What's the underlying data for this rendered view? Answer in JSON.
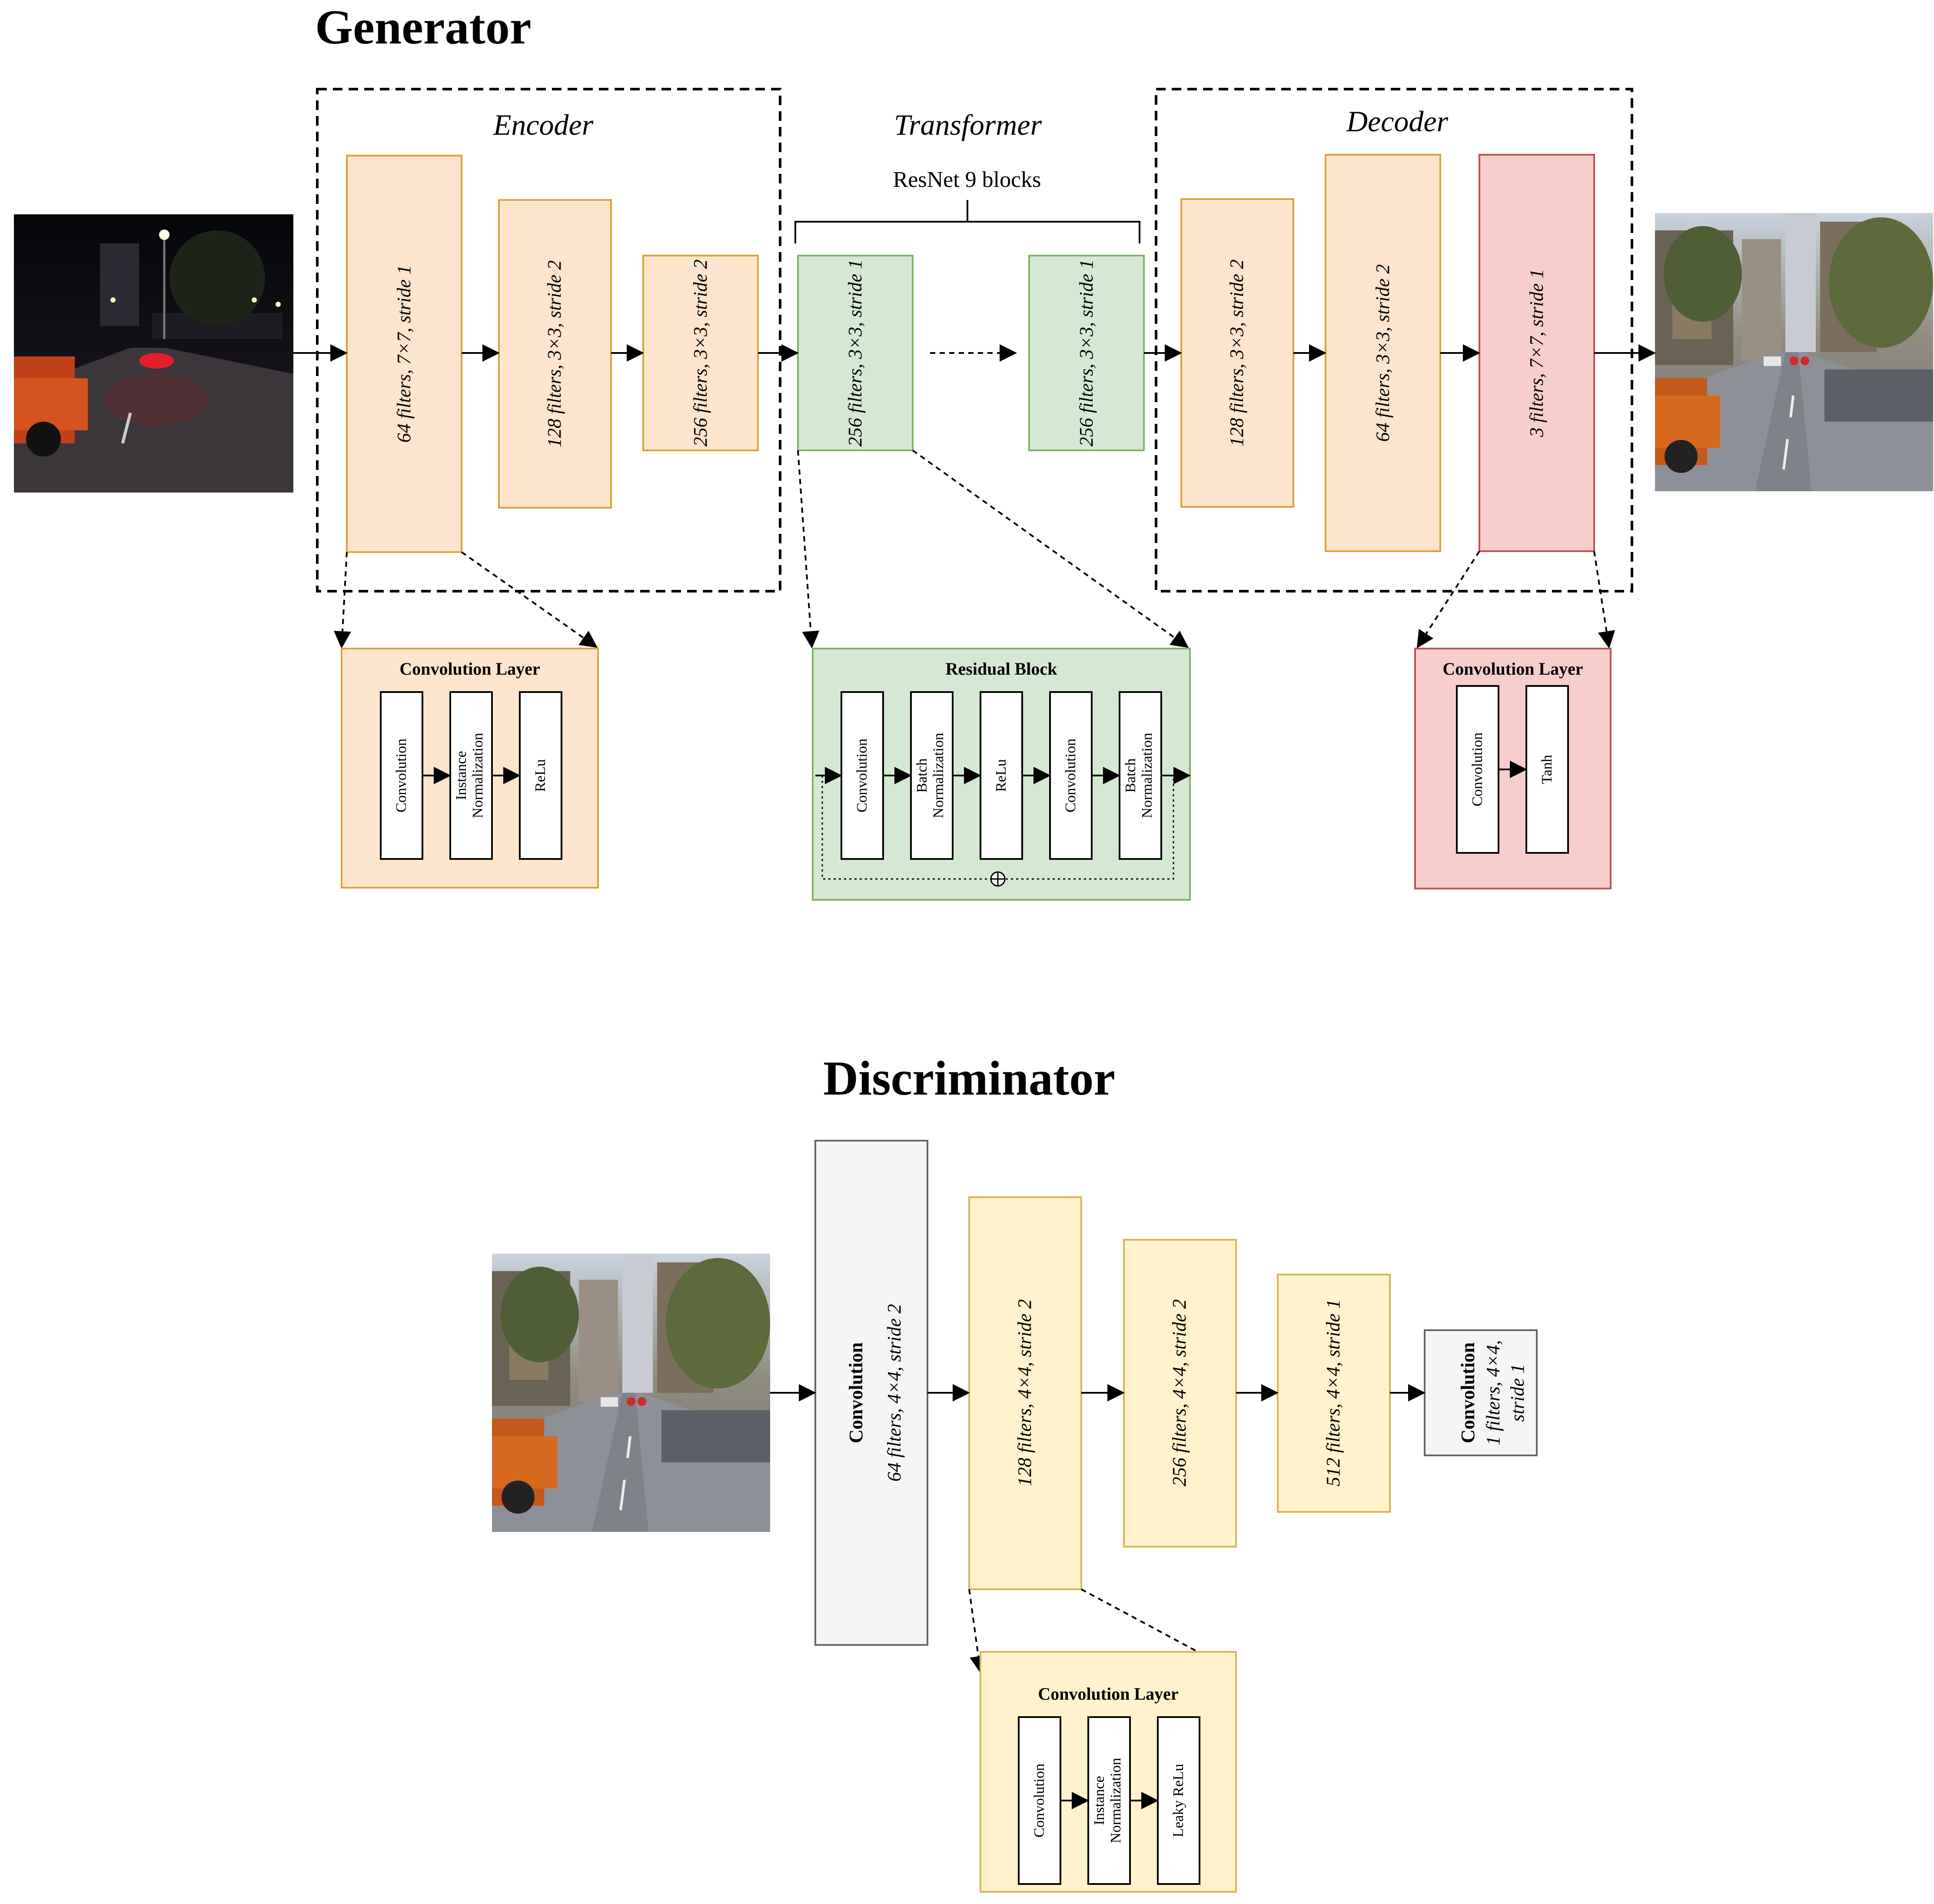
{
  "generator": {
    "title": "Generator",
    "encoder_label": "Encoder",
    "transformer_label": "Transformer",
    "decoder_label": "Decoder",
    "resnet_label": "ResNet 9 blocks",
    "encoder_blocks": [
      "64 filters, 7×7, stride 1",
      "128 filters, 3×3, stride 2",
      "256 filters, 3×3, stride 2"
    ],
    "transformer_blocks": [
      "256 filters, 3×3, stride 1",
      "256 filters, 3×3, stride 1"
    ],
    "decoder_blocks": [
      "128 filters, 3×3, stride 2",
      "64 filters, 3×3, stride 2",
      "3 filters, 7×7, stride 1"
    ],
    "encoder_detail": {
      "title": "Convolution Layer",
      "layers": [
        "Convolution",
        "Instance",
        "Normalization",
        "ReLu"
      ]
    },
    "residual_detail": {
      "title": "Residual Block",
      "layers": [
        "Convolution",
        "Batch",
        "Normalization",
        "ReLu",
        "Convolution",
        "Batch",
        "Normalization"
      ]
    },
    "decoder_detail": {
      "title": "Convolution Layer",
      "layers": [
        "Convolution",
        "Tanh"
      ]
    }
  },
  "discriminator": {
    "title": "Discriminator",
    "first_block": {
      "bold": "Convolution",
      "italic": "64 filters, 4×4, stride 2"
    },
    "blocks": [
      "128 filters, 4×4, stride 2",
      "256 filters, 4×4, stride 2",
      "512 filters, 4×4, stride 1"
    ],
    "last_block": {
      "bold": "Convolution",
      "italic1": "1 filters, 4×4,",
      "italic2": "stride 1"
    },
    "detail": {
      "title": "Convolution Layer",
      "layers": [
        "Convolution",
        "Instance",
        "Normalization",
        "Leaky ReLu"
      ]
    }
  },
  "colors": {
    "orange_fill": "#fde4cc",
    "green_fill": "#d5e8d4",
    "red_fill": "#f8cecc",
    "yellow_fill": "#fff2cc",
    "gray_fill": "#f5f5f5"
  },
  "images": [
    "night-street-photo",
    "generated-day-street-photo",
    "generated-day-street-photo"
  ]
}
